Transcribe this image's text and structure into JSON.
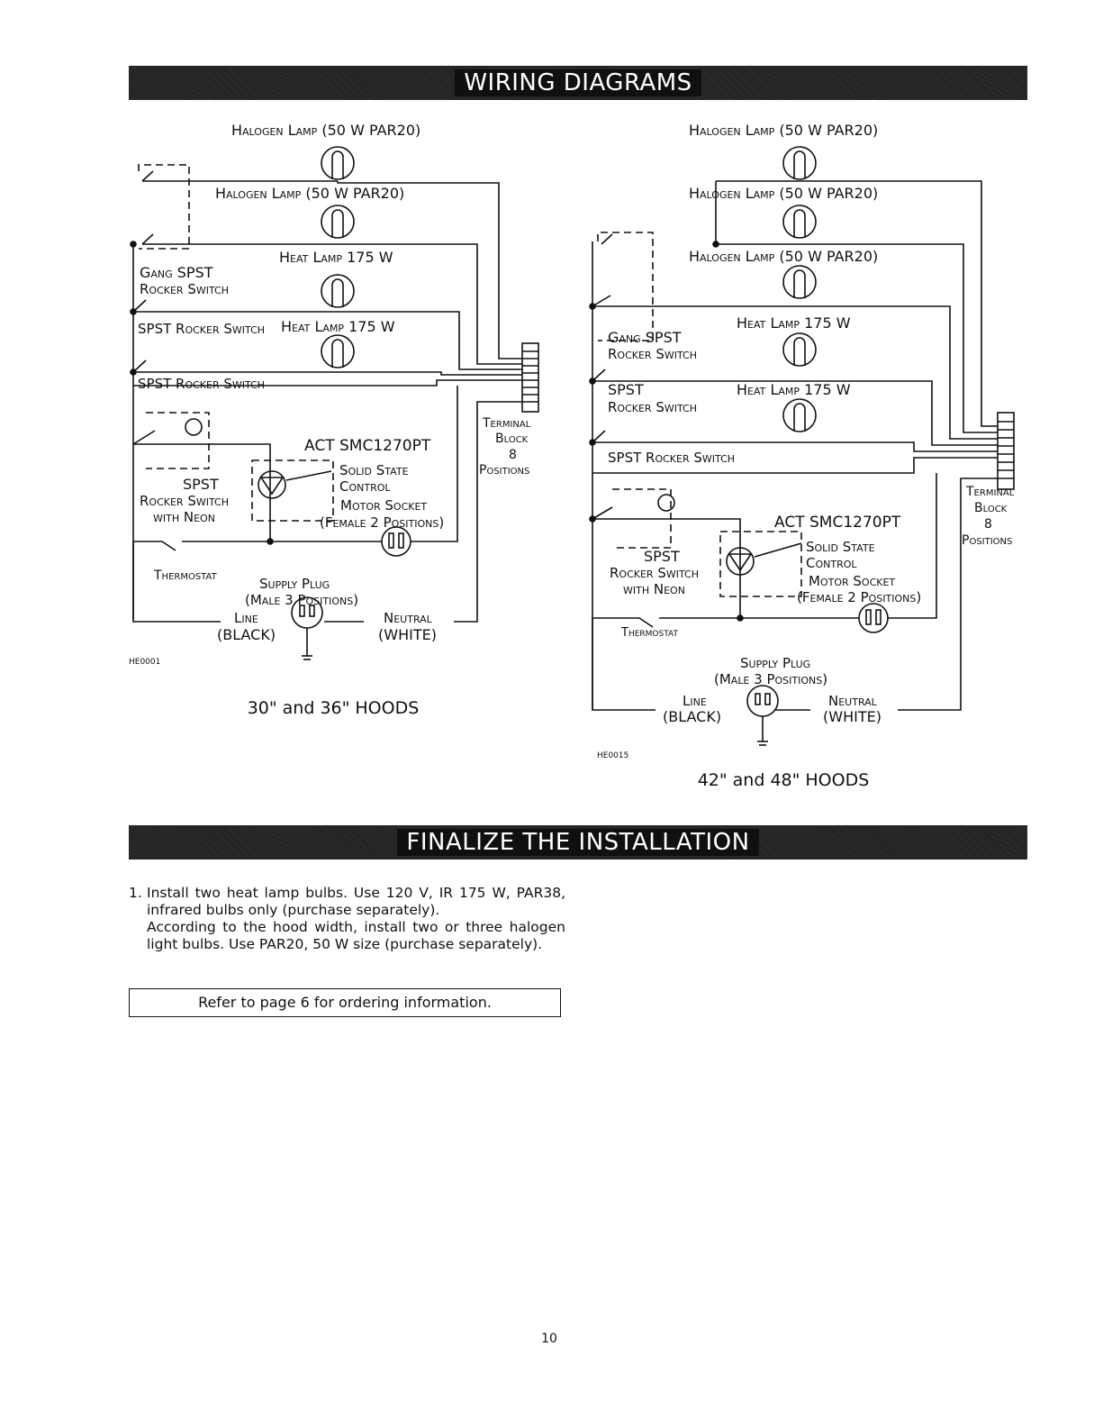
{
  "headers": {
    "wiring": "WIRING DIAGRAMS",
    "finalize": "FINALIZE THE INSTALLATION"
  },
  "left_diagram": {
    "labels": {
      "halogen_top": "Halogen Lamp (50 W PAR20)",
      "halogen_2": "Halogen Lamp (50 W PAR20)",
      "heat_1": "Heat Lamp 175 W",
      "heat_2": "Heat Lamp 175 W",
      "gang_spst_1": "Gang SPST",
      "gang_spst_2": "Rocker Switch",
      "spst_rocker_1": "SPST Rocker Switch",
      "spst_rocker_2": "SPST Rocker Switch",
      "spst_neon_1": "SPST",
      "spst_neon_2": "Rocker Switch",
      "spst_neon_3": "with Neon",
      "act": "ACT SMC1270PT",
      "solid_1": "Solid State",
      "solid_2": "Control",
      "motor_1": "Motor Socket",
      "motor_2": "(Female 2 Positions)",
      "terminal_1": "Terminal",
      "terminal_2": "Block",
      "terminal_3": "8",
      "terminal_4": "Positions",
      "thermostat": "Thermostat",
      "supply_1": "Supply Plug",
      "supply_2": "(Male 3 Positions)",
      "line_1": "Line",
      "line_2": "(BLACK)",
      "neutral_1": "Neutral",
      "neutral_2": "(WHITE)"
    },
    "code": "HE0001",
    "caption": "30\" and 36\" HOODS"
  },
  "right_diagram": {
    "labels": {
      "halogen_top": "Halogen Lamp (50 W PAR20)",
      "halogen_2": "Halogen Lamp (50 W PAR20)",
      "halogen_3": "Halogen Lamp (50 W PAR20)",
      "heat_1": "Heat Lamp 175 W",
      "heat_2": "Heat Lamp 175 W",
      "gang_spst_1": "Gang SPST",
      "gang_spst_2": "Rocker Switch",
      "spst_1": "SPST",
      "spst_2": "Rocker Switch",
      "spst_rocker": "SPST Rocker Switch",
      "spst_neon_1": "SPST",
      "spst_neon_2": "Rocker Switch",
      "spst_neon_3": "with Neon",
      "act": "ACT SMC1270PT",
      "solid_1": "Solid State",
      "solid_2": "Control",
      "motor_1": "Motor Socket",
      "motor_2": "(Female 2 Positions)",
      "terminal_1": "Terminal",
      "terminal_2": "Block",
      "terminal_3": "8",
      "terminal_4": "Positions",
      "thermostat": "Thermostat",
      "supply_1": "Supply Plug",
      "supply_2": "(Male 3 Positions)",
      "line_1": "Line",
      "line_2": "(BLACK)",
      "neutral_1": "Neutral",
      "neutral_2": "(WHITE)"
    },
    "code": "HE0015",
    "caption": "42\" and 48\" HOODS"
  },
  "instructions": {
    "number": "1.",
    "step1_line1": "Install two heat lamp bulbs. Use 120 V, IR 175 W, PAR38, infrared bulbs only (purchase separately).",
    "step1_line2": "According to the hood width, install two or three halogen light bulbs. Use PAR20, 50 W size (purchase separately)."
  },
  "ordering_note": "Refer to page 6 for ordering information.",
  "page_number": "10"
}
